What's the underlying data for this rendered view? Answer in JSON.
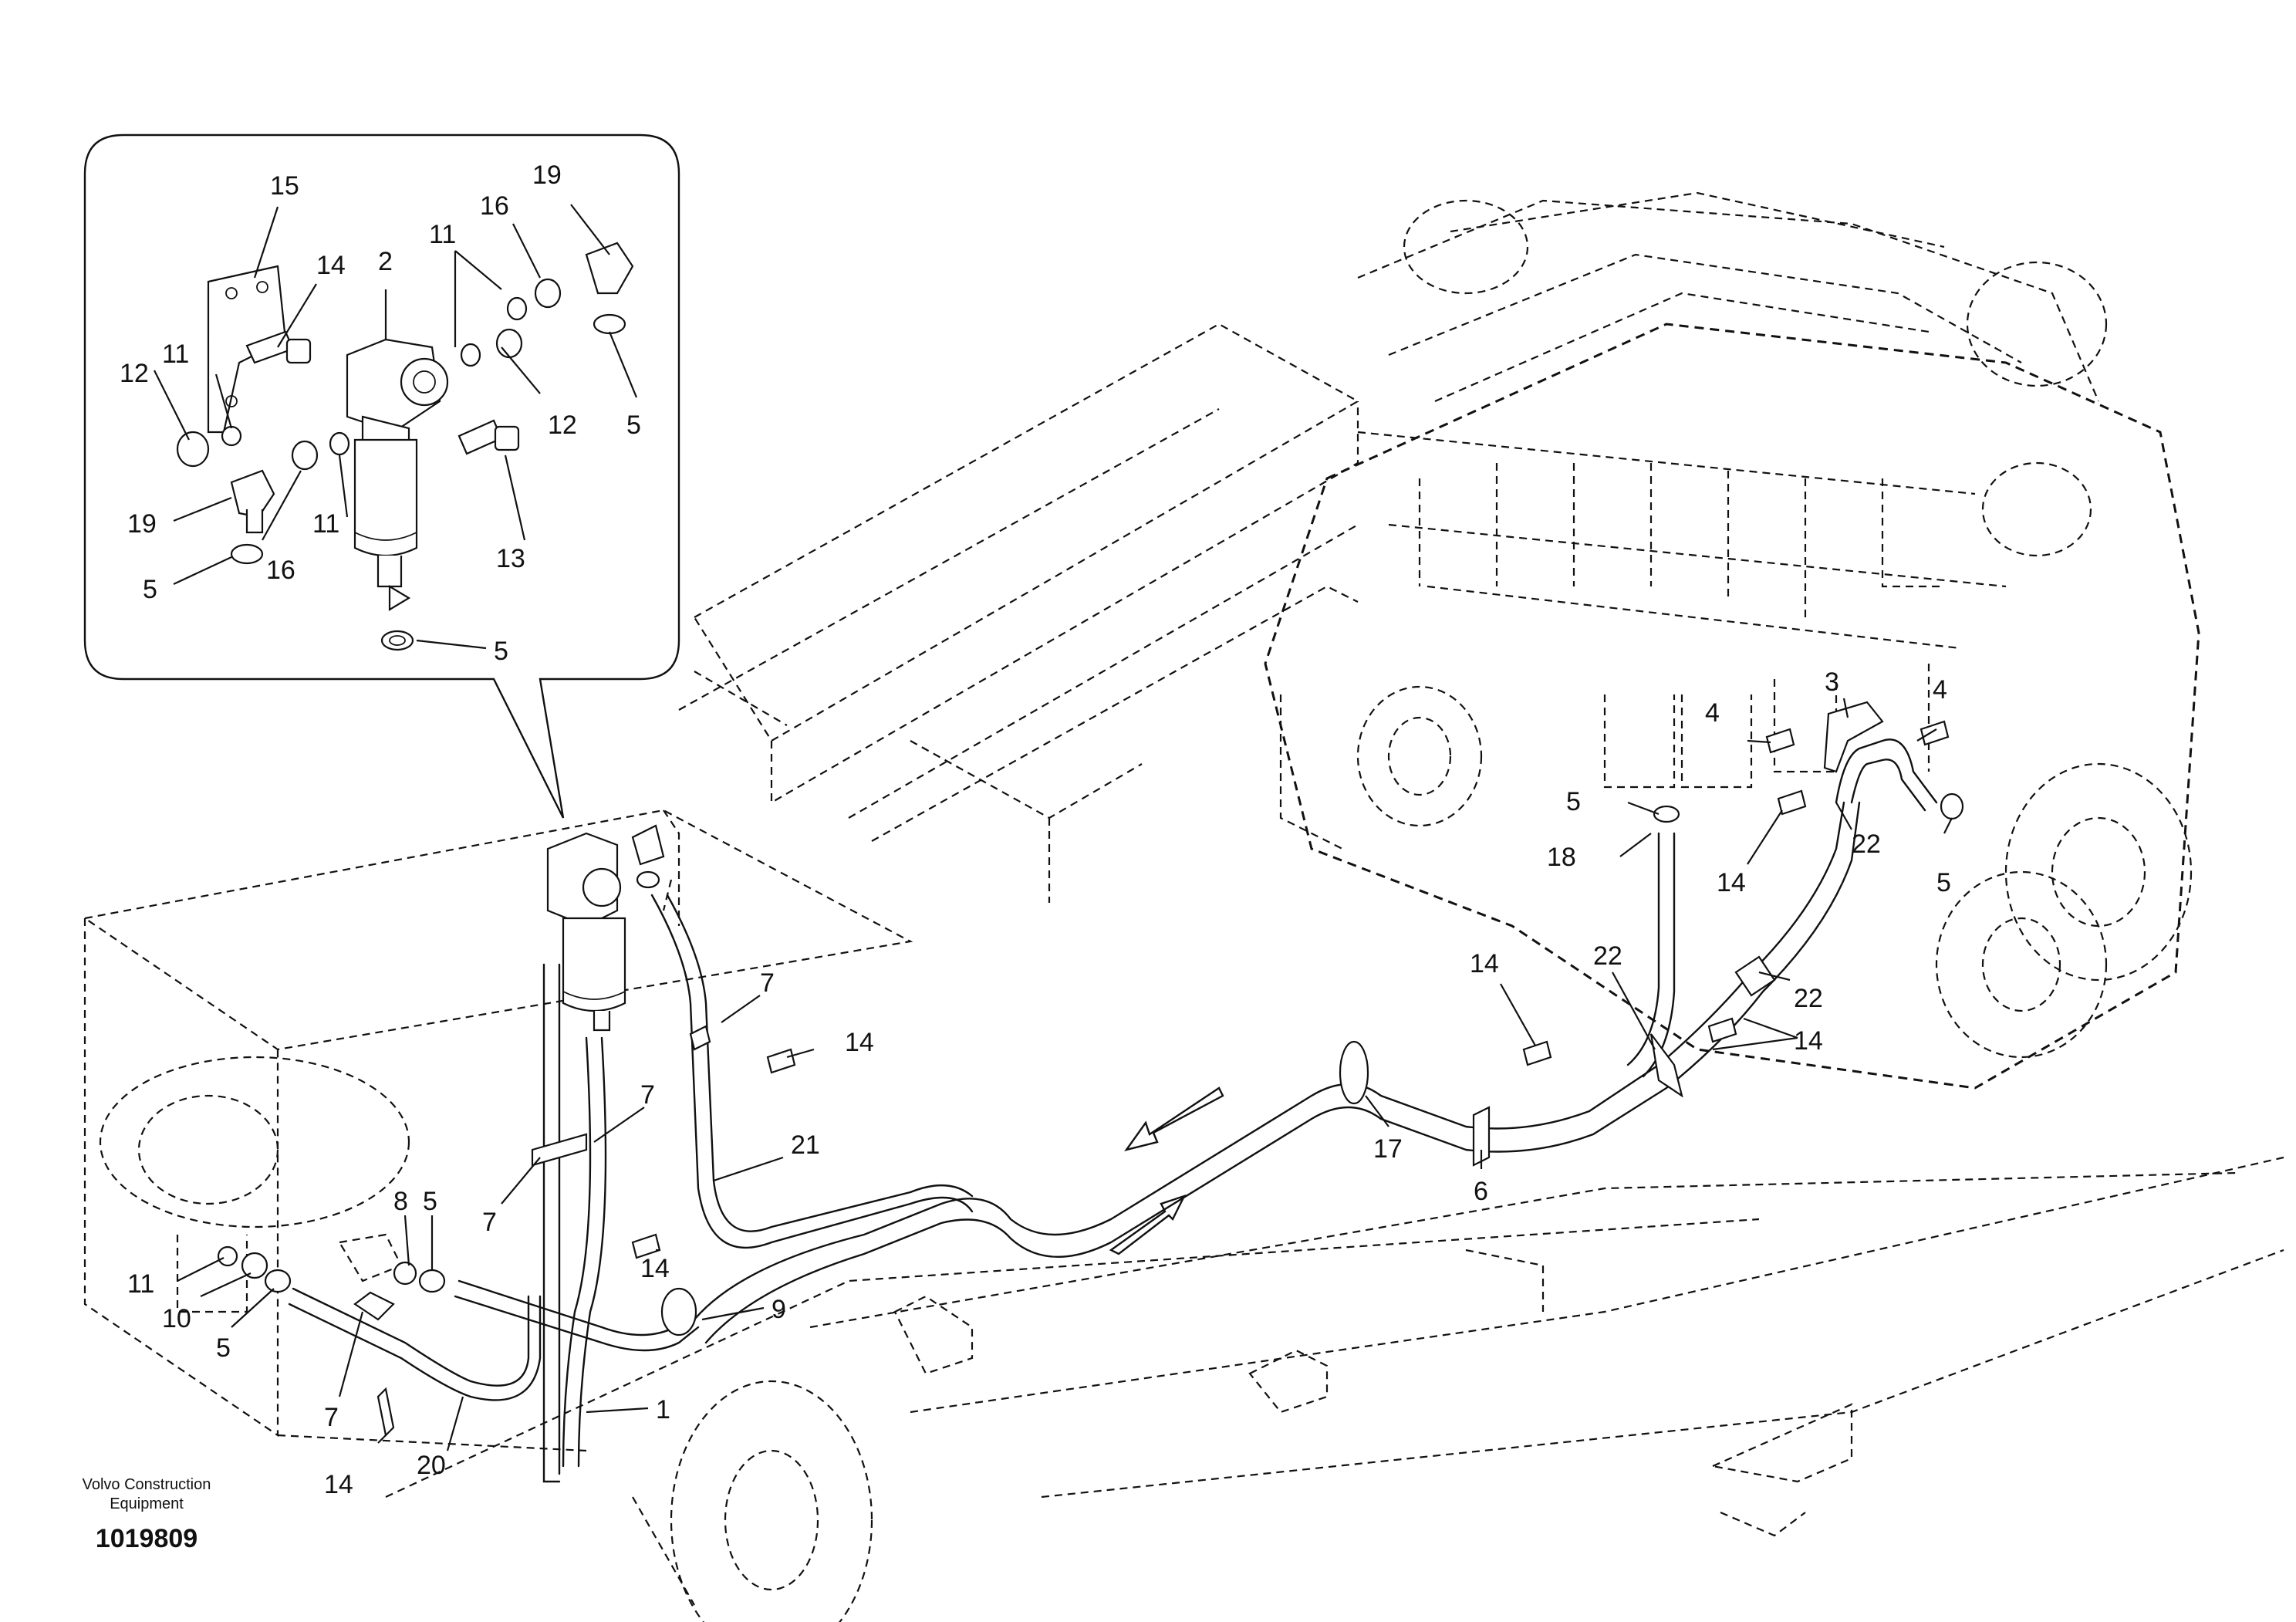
{
  "footer": {
    "company_line1": "Volvo Construction",
    "company_line2": "Equipment",
    "drawing_number": "1019809"
  },
  "inset_labels": [
    "15",
    "14",
    "2",
    "11",
    "16",
    "19",
    "11",
    "12",
    "12",
    "5",
    "11",
    "19",
    "16",
    "11",
    "13",
    "5",
    "5"
  ],
  "main_labels": [
    "7",
    "14",
    "21",
    "7",
    "7",
    "8",
    "5",
    "11",
    "10",
    "5",
    "7",
    "14",
    "20",
    "14",
    "1",
    "9",
    "17",
    "6",
    "14",
    "22",
    "22",
    "22",
    "14",
    "18",
    "5",
    "14",
    "3",
    "4",
    "4",
    "5"
  ]
}
